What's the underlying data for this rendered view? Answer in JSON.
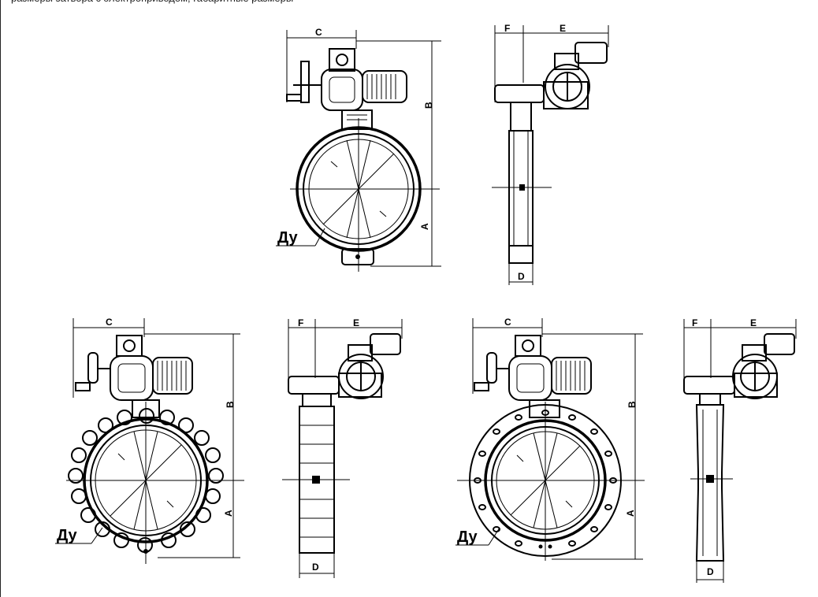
{
  "header": {
    "text": "размеры затвора с электроприводом, габаритные размеры"
  },
  "labels": {
    "A": "А",
    "B": "В",
    "C": "С",
    "D": "D",
    "E": "Е",
    "F": "F",
    "Du": "Ду"
  }
}
